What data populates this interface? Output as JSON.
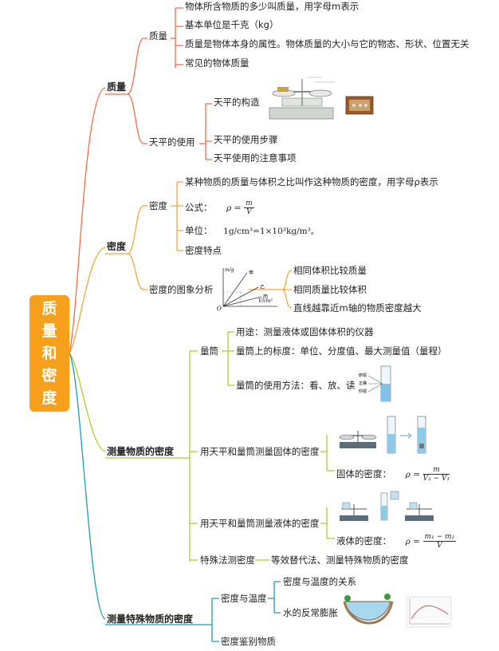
{
  "root": {
    "chars": [
      "质",
      "量",
      "和",
      "密",
      "度"
    ]
  },
  "mass": {
    "label": "质量",
    "sub_mass": {
      "label": "质量",
      "items": [
        "物体所含物质的多少叫质量，用字母m表示",
        "基本单位是千克（kg）",
        "质量是物体本身的属性。物体质量的大小与它的物态、形状、位置无关",
        "常见的物体质量"
      ]
    },
    "balance": {
      "label": "天平的使用",
      "items": [
        "天平的构造",
        "天平的使用步骤",
        "天平使用的注意事项"
      ]
    }
  },
  "density": {
    "label": "密度",
    "sub_density": {
      "label": "密度",
      "definition": "某种物质的质量与体积之比叫作这种物质的密度，用字母ρ表示",
      "formula_label": "公式：",
      "formula": {
        "lhs": "ρ =",
        "num": "m",
        "den": "V"
      },
      "unit_label": "单位：",
      "unit_value": "1g/cm³=1×10³kg/m³。",
      "feature": "密度特点"
    },
    "graph": {
      "label": "密度的图象分析",
      "axis_y": "m/g",
      "axis_x": "V/cm³",
      "origin": "O",
      "line_a": "甲",
      "line_b": "乙",
      "line_c": "丙",
      "items": [
        "相同体积比较质量",
        "相同质量比较体积",
        "直线越靠近m轴的物质密度越大"
      ]
    }
  },
  "measure": {
    "label": "测量物质的密度",
    "cylinder": {
      "label": "量筒",
      "items": [
        "用途：测量液体或固体体积的仪器",
        "量筒上的标度：单位、分度值、最大测量值（量程）",
        "量筒的使用方法：看、放、读"
      ],
      "read_labels": [
        "俯视",
        "正确",
        "仰视"
      ]
    },
    "solid": {
      "label": "用天平和量筒测量固体的密度",
      "result_label": "固体的密度：",
      "formula": {
        "lhs": "ρ =",
        "num": "m",
        "den": "V₂ − V₁"
      }
    },
    "liquid": {
      "label": "用天平和量筒测量液体的密度",
      "result_label": "液体的密度：",
      "formula": {
        "lhs": "ρ =",
        "num": "m₁ − m₂",
        "den": "V"
      }
    },
    "special": {
      "label": "特殊法测密度",
      "detail": "等效替代法、测量特殊物质的密度"
    }
  },
  "special_density": {
    "label": "测量特殊物质的密度",
    "temp": {
      "label": "密度与温度",
      "items": [
        "密度与温度的关系",
        "水的反常膨胀"
      ]
    },
    "identify": "密度鉴别物质"
  },
  "colors": {
    "root": "#f7a01c",
    "mass": "#f26d4f",
    "density": "#f2a93b",
    "measure": "#b2cc2e",
    "special": "#1a9fb3"
  }
}
